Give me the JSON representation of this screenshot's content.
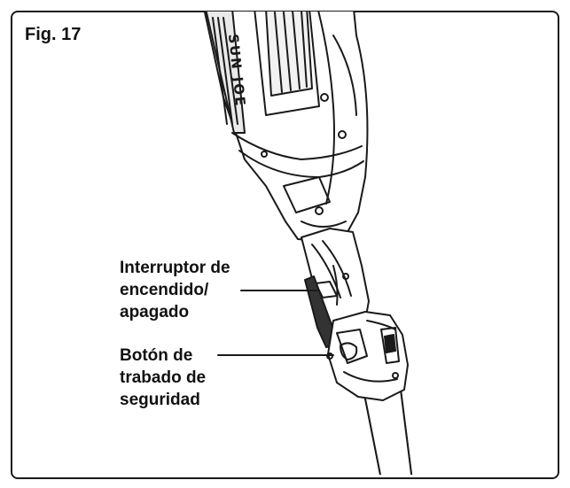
{
  "figure": {
    "title": "Fig. 17",
    "brand_text": "SUN JOE"
  },
  "callouts": [
    {
      "lines": [
        "Interruptor de",
        "encendido/",
        "apagado"
      ]
    },
    {
      "lines": [
        "Botón de",
        "trabado de",
        "seguridad"
      ]
    }
  ],
  "colors": {
    "ink": "#1a1a1a",
    "paper": "#ffffff",
    "shade": "#e9e9e9"
  }
}
